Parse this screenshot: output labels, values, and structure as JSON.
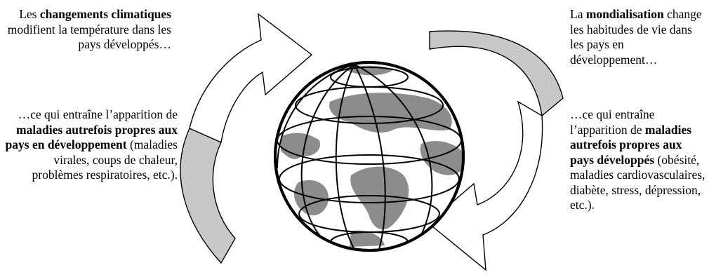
{
  "left_panel": {
    "statement": [
      {
        "text": "Les ",
        "bold": false
      },
      {
        "text": "changements climatiques",
        "bold": true
      },
      {
        "text": " modifient la température dans les pays développés…",
        "bold": false
      }
    ],
    "consequence": [
      {
        "text": "…ce qui entraîne l’apparition de ",
        "bold": false
      },
      {
        "text": "maladies autrefois propres aux pays en développement",
        "bold": true
      },
      {
        "text": " (maladies virales, coups de chaleur, problèmes respiratoires, etc.).",
        "bold": false
      }
    ]
  },
  "right_panel": {
    "statement": [
      {
        "text": "La ",
        "bold": false
      },
      {
        "text": "mondialisation",
        "bold": true
      },
      {
        "text": " change les habitudes de vie dans les pays en développement…",
        "bold": false
      }
    ],
    "consequence": [
      {
        "text": "…ce qui entraîne l’apparition de ",
        "bold": false
      },
      {
        "text": "maladies autrefois propres aux pays développés",
        "bold": true
      },
      {
        "text": " (obésité, maladies cardiovasculaires, diabète, stress, dépression, etc.).",
        "bold": false
      }
    ]
  },
  "colors": {
    "arrow_outline": "#000000",
    "arrow_front": "#ffffff",
    "arrow_back": "#c8c8c8",
    "globe_ocean": "#ffffff",
    "globe_land": "#8c8c8c",
    "grid_lines": "#000000"
  },
  "icons": [
    "globe-icon",
    "cycle-arrow-left",
    "cycle-arrow-right"
  ]
}
